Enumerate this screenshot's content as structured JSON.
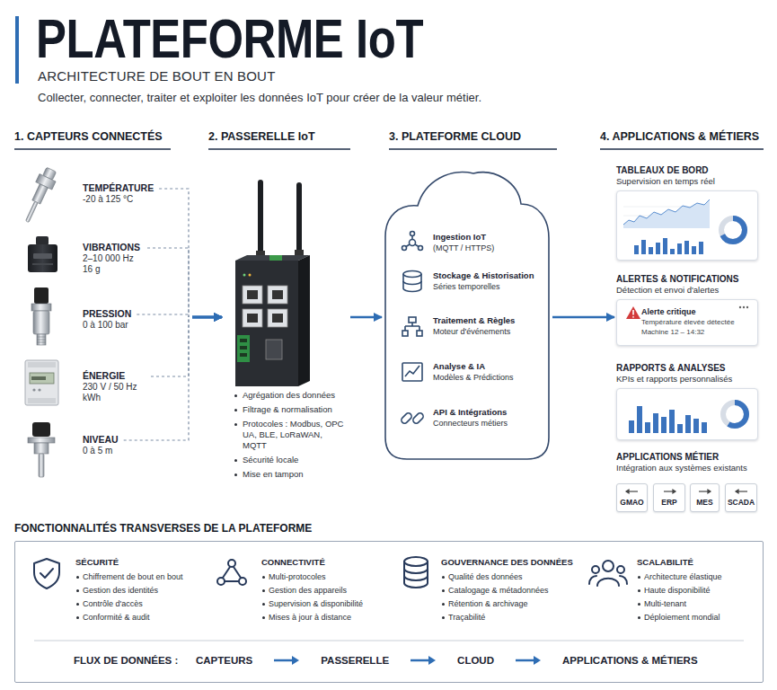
{
  "diagram": {
    "title": "PLATEFORME IoT",
    "nodes": [
      {
        "text": [
          "TEMPÉRATURE",
          "-20 à 125 °C"
        ]
      },
      {
        "text": [
          "VIBRATIONS",
          "2–10 000 Hz 16 g"
        ]
      },
      {
        "text": [
          "PRESSION",
          "0 à 100 bar"
        ]
      },
      {
        "text": [
          "ÉNERGIE",
          "230 V / 50 Hz kWh"
        ]
      },
      {
        "text": [
          "NIVEAU",
          "0 à 5 m"
        ]
      },
      {
        "text": [
          "Agrégation des données",
          "Filtrage & normalisation",
          "Protocoles : Modbus, OPC UA, BLE, LoRaWAN, MQTT",
          "Sécurité locale",
          "Mise en tampon"
        ]
      },
      {
        "text": [
          "Ingestion IoT",
          "(MQTT / HTTPS)",
          "Stockage & Historisation",
          "Séries temporelles",
          "Traitement & Règles",
          "Moteur d'événements",
          "Analyse & IA",
          "Modèles & Prédictions",
          "API & Intégrations",
          "Connecteurs métiers"
        ]
      },
      {
        "text": [
          "TABLEAUX DE BORD",
          "Supervision en temps réel"
        ]
      },
      {
        "text": [
          "ALERTES & NOTIFICATIONS",
          "Détection et envoi d'alertes",
          "Alerte critique",
          "Température élevée détectée",
          "Machine 12 – 14:32"
        ]
      },
      {
        "text": [
          "RAPPORTS & ANALYSES",
          "KPIs et rapports personnalisés"
        ]
      },
      {
        "text": [
          "GMAO"
        ]
      },
      {
        "text": [
          "ERP"
        ]
      },
      {
        "text": [
          "MES"
        ]
      },
      {
        "text": [
          "SCADA"
        ]
      },
      {
        "text": [
          "FONCTIONNALITÉS TRANSVERSES DE LA PLATEFORME",
          "SÉCURITÉ",
          "Chiffrement de bout en bout",
          "Gestion des identités",
          "Contrôle d'accès",
          "Conformité & audit",
          "CONNECTIVITÉ",
          "Multi-protocoles",
          "Gestion des appareils",
          "Supervision & disponibilité",
          "Mises à jour à distance",
          "GOUVERNANCE DES DONNÉES",
          "Qualité des données",
          "Catalogage & métadonnées",
          "Rétention & archivage",
          "Traçabilité",
          "SCALABILITÉ",
          "Architecture élastique",
          "Haute disponibilité",
          "Multi-tenant",
          "Déploiement mondial"
        ]
      }
    ],
    "edges": [
      {
        "from": 0,
        "to": 5,
        "arrow": "to"
      },
      {
        "from": 1,
        "to": 5,
        "arrow": "to"
      },
      {
        "from": 2,
        "to": 5,
        "arrow": "to"
      },
      {
        "from": 3,
        "to": 5,
        "arrow": "to"
      },
      {
        "from": 4,
        "to": 5,
        "arrow": "to"
      },
      {
        "from": 5,
        "to": 6,
        "arrow": "to"
      },
      {
        "from": 6,
        "to": 8,
        "arrow": "to"
      }
    ],
    "labels": [
      "ARCHITECTURE DE BOUT EN BOUT",
      "Collecter, connecter, traiter et exploiter les données IoT pour créer de la valeur métier.",
      "1. CAPTEURS CONNECTÉS",
      "2. PASSERELLE IoT",
      "3. PLATEFORME CLOUD",
      "4. APPLICATIONS & MÉTIERS",
      "APPLICATIONS MÉTIER",
      "Intégration aux systèmes existants",
      "FLUX DE DONNÉES :",
      "CAPTEURS",
      "PASSERELLE",
      "CLOUD",
      "APPLICATIONS & MÉTIERS"
    ]
  }
}
